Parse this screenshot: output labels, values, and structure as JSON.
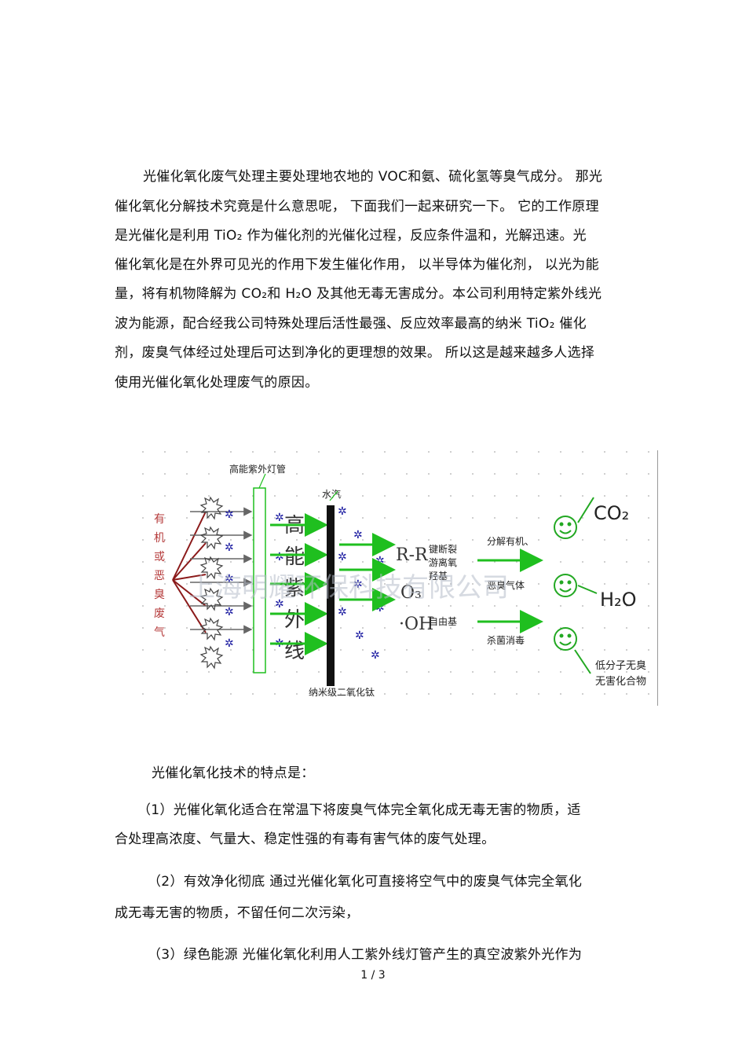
{
  "paragraph1": [
    "光催化氧化废气处理主要处理地农地的 VOC和氨、硫化氢等臭气成分。 那光",
    "催化氧化分解技术究竟是什么意思呢， 下面我们一起来研究一下。 它的工作原理",
    "是光催化是利用 TiO₂ 作为催化剂的光催化过程，反应条件温和，光解迅速。光",
    "催化氧化是在外界可见光的作用下发生催化作用， 以半导体为催化剂， 以光为能",
    "量，将有机物降解为 CO₂和 H₂O 及其他无毒无害成分。本公司利用特定紫外线光",
    "波为能源，配合经我公司特殊处理后活性最强、反应效率最高的纳米 TiO₂ 催化",
    "剂，废臭气体经过处理后可达到净化的更理想的效果。 所以这是越来越多人选择",
    "使用光催化氧化处理废气的原因。"
  ],
  "diagram": {
    "left_label": [
      "有",
      "机",
      "或",
      "恶",
      "臭",
      "废",
      "气"
    ],
    "lamp_label": "高能紫外灯管",
    "water_label": "水汽",
    "center_label": [
      "高",
      "能",
      "紫",
      "外",
      "线"
    ],
    "tio2_label": "纳米级二氧化钛",
    "rr": "R-R",
    "bond_label": [
      "键断裂",
      "游离氧",
      "羟基"
    ],
    "o3": "O₃",
    "oh": "·OH",
    "radical_label": "自由基",
    "arrow1_label": "分解有机、",
    "arrow2_label": "恶臭气体",
    "arrow3_label": "杀菌消毒",
    "co2": "CO₂",
    "h2o": "H₂O",
    "low_mol_label": [
      "低分子无臭",
      "无害化合物"
    ],
    "watermark": "上海明耀环保科技有限公司",
    "colors": {
      "arrow": "#1fbf1f",
      "face": "#22a822",
      "bond": "#8b1a1a",
      "star": "#1a1aa0",
      "grid": "#c0c0c0"
    }
  },
  "features_title": "光催化氧化技术的特点是：",
  "feature1": [
    "（1）光催化氧化适合在常温下将废臭气体完全氧化成无毒无害的物质，适",
    "合处理高浓度、气量大、稳定性强的有毒有害气体的废气处理。"
  ],
  "feature2": [
    "（2）有效净化彻底 通过光催化氧化可直接将空气中的废臭气体完全氧化",
    "成无毒无害的物质，不留任何二次污染，"
  ],
  "feature3": [
    "（3）绿色能源 光催化氧化利用人工紫外线灯管产生的真空波紫外光作为"
  ],
  "page_number": "1 / 3"
}
